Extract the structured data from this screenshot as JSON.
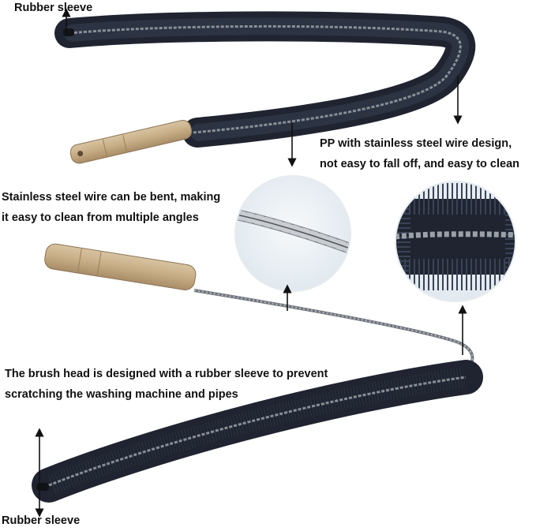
{
  "labels": {
    "top_sleeve": "Rubber sleeve",
    "pp_wire_line1": "PP with stainless steel wire design,",
    "pp_wire_line2": "not easy to fall off, and easy to clean",
    "steel_wire_line1": "Stainless steel wire can be bent, making",
    "steel_wire_line2": "it easy to clean from multiple angles",
    "brush_head_line1": "The brush head is designed with a rubber sleeve to prevent",
    "brush_head_line2": "scratching the washing machine and pipes",
    "bottom_sleeve": "Rubber sleeve"
  },
  "colors": {
    "bristle": "#1f2430",
    "wire": "#8a8f96",
    "handle": "#c9b08a",
    "arrow": "#111111",
    "zoom_background": "#eef2f6"
  }
}
